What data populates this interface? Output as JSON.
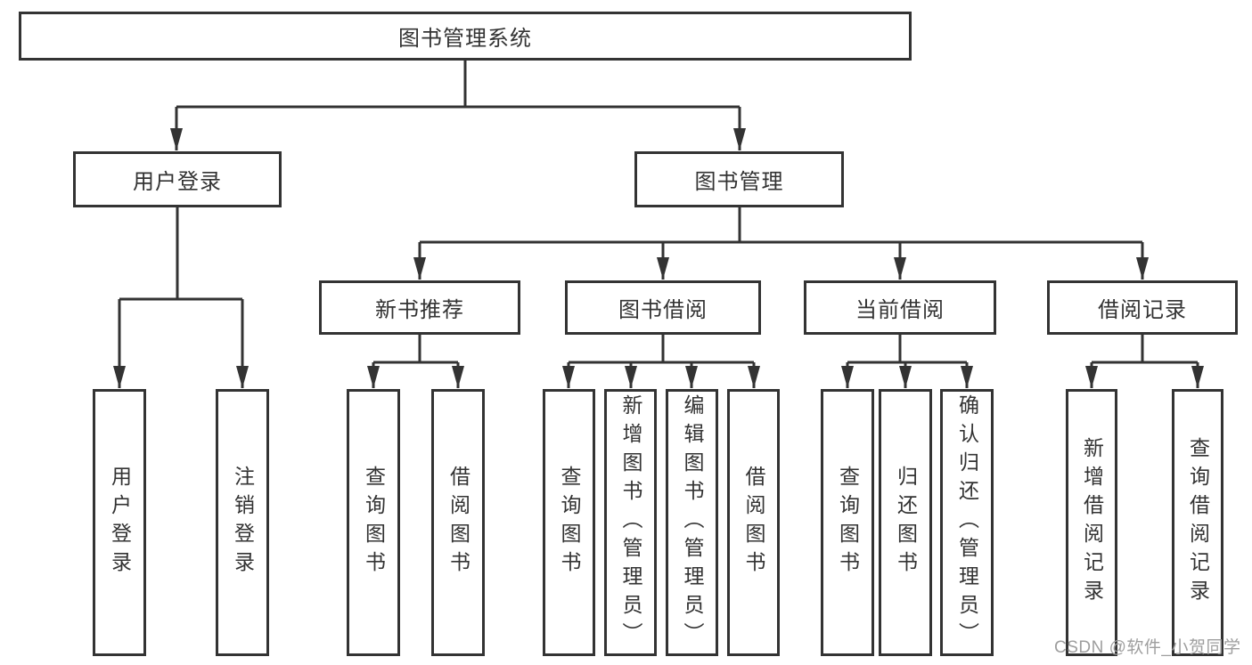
{
  "diagram": {
    "title_note": "library management system functional decomposition diagram",
    "colors": {
      "line": "#333333",
      "box_border": "#333333",
      "text": "#333333",
      "watermark_text": "#9e9e9e",
      "background": "#ffffff"
    },
    "root": {
      "label": "图书管理系统"
    },
    "branches": [
      {
        "label": "用户登录",
        "children": [
          {
            "label": "用户登录"
          },
          {
            "label": "注销登录"
          }
        ]
      },
      {
        "label": "图书管理",
        "children": [
          {
            "label": "新书推荐",
            "children": [
              {
                "label": "查询图书"
              },
              {
                "label": "借阅图书"
              }
            ]
          },
          {
            "label": "图书借阅",
            "children": [
              {
                "label": "查询图书"
              },
              {
                "label": "新增图书（管理员）"
              },
              {
                "label": "编辑图书（管理员）"
              },
              {
                "label": "借阅图书"
              }
            ]
          },
          {
            "label": "当前借阅",
            "children": [
              {
                "label": "查询图书"
              },
              {
                "label": "归还图书"
              },
              {
                "label": "确认归还（管理员）"
              }
            ]
          },
          {
            "label": "借阅记录",
            "children": [
              {
                "label": "新增借阅记录"
              },
              {
                "label": "查询借阅记录"
              }
            ]
          }
        ]
      }
    ]
  },
  "watermark": {
    "text": "CSDN @软件_小贺同学"
  }
}
